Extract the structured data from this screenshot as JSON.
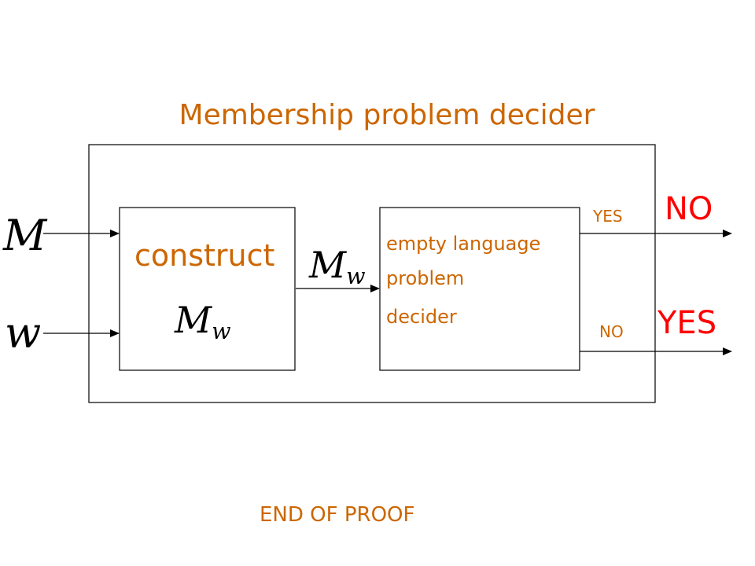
{
  "title": "Membership problem decider",
  "footer": "END OF PROOF",
  "inputs": {
    "machine": "M",
    "string": "w"
  },
  "construct_block": {
    "label": "construct",
    "output_base": "M",
    "output_sub": "w"
  },
  "connector": {
    "label_base": "M",
    "label_sub": "w"
  },
  "empty_block": {
    "line1": "empty language",
    "line2": "problem",
    "line3": "decider"
  },
  "outputs": {
    "top": {
      "inner_label": "YES",
      "result": "NO"
    },
    "bottom": {
      "inner_label": "NO",
      "result": "YES"
    }
  },
  "colors": {
    "accent": "#cc6600",
    "result": "#ff0000",
    "stroke": "#000000"
  }
}
